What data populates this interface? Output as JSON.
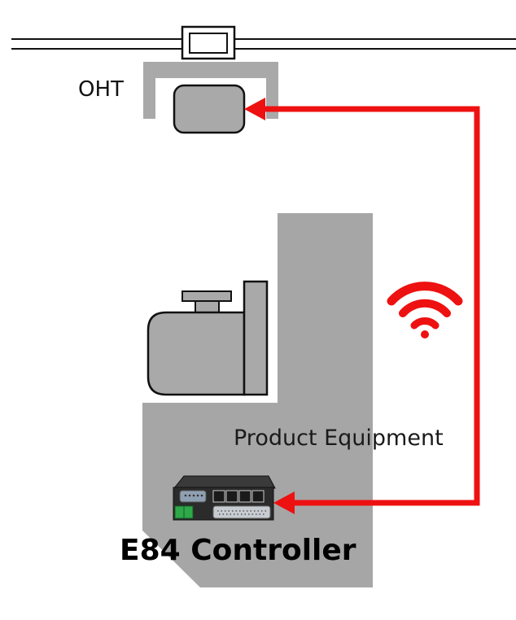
{
  "labels": {
    "oht": "OHT",
    "product_equipment": "Product Equipment",
    "controller": "E84 Controller"
  },
  "icons": {
    "wireless": "wifi-signal-icon",
    "device": "e84-controller-device"
  },
  "colors": {
    "accent": "#ee1111",
    "equipment_gray": "#a6a6a6",
    "part_gray": "#a9a9a9",
    "outline": "#111111"
  }
}
